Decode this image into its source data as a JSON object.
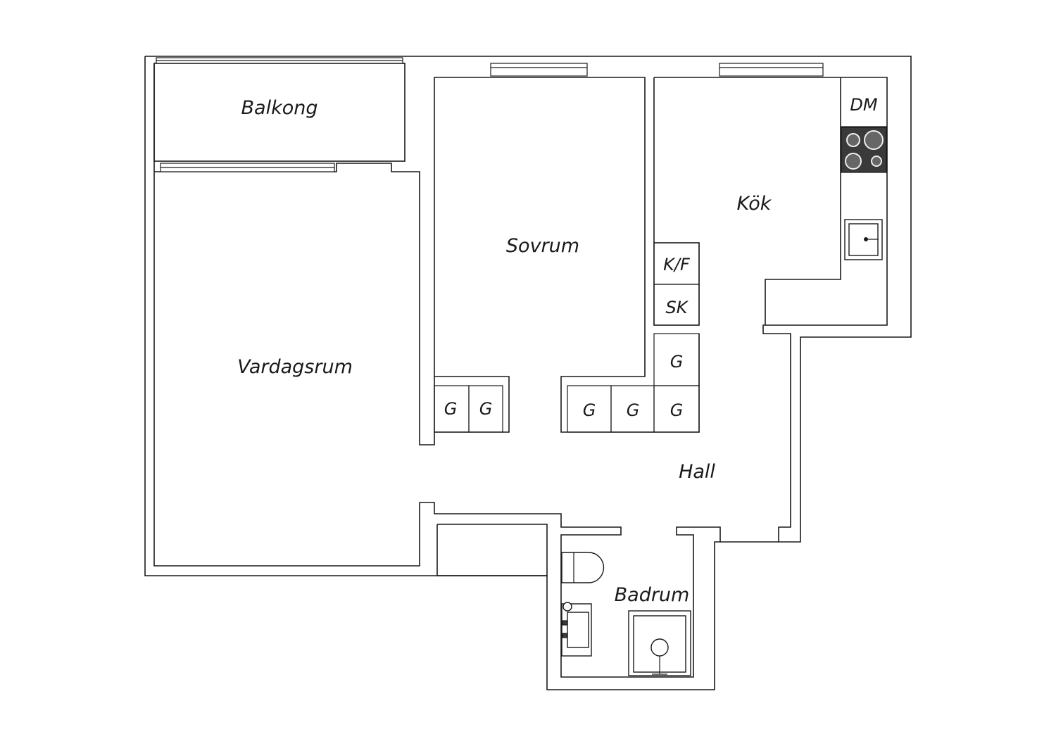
{
  "rooms": {
    "balkong": "Balkong",
    "vardagsrum": "Vardagsrum",
    "sovrum": "Sovrum",
    "kok": "Kök",
    "hall": "Hall",
    "badrum": "Badrum"
  },
  "storage": {
    "dm": "DM",
    "kf": "K/F",
    "sk": "SK",
    "g": "G"
  },
  "icons": {
    "stove": "stove-icon",
    "kitchen_sink": "kitchen-sink-icon",
    "toilet": "toilet-icon",
    "washbasin": "washbasin-icon",
    "shower": "shower-icon"
  }
}
